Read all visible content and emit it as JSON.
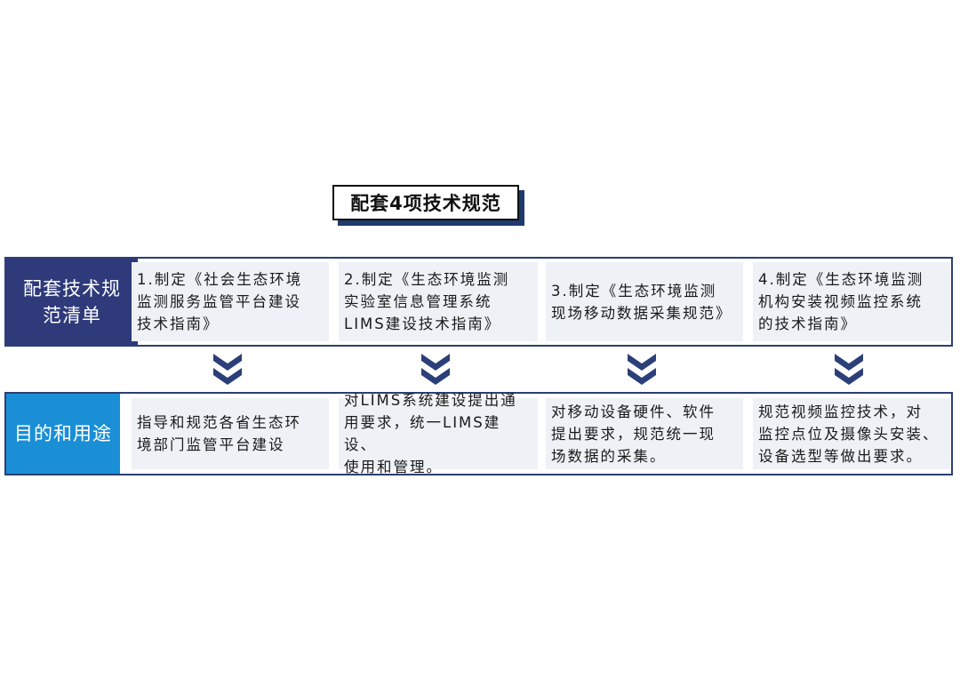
{
  "title": "配套4项技术规范",
  "rows": {
    "norms": {
      "label": "配套技术规范清单",
      "items": [
        "1.制定《社会生态环境\n监测服务监管平台建设\n技术指南》",
        "2.制定《生态环境监测\n实验室信息管理系统\nLIMS建设技术指南》",
        "3.制定《生态环境监测\n现场移动数据采集规范》",
        "4.制定《生态环境监测\n机构安装视频监控系统\n的技术指南》"
      ]
    },
    "purpose": {
      "label": "目的和用途",
      "items": [
        "指导和规范各省生态环\n境部门监管平台建设",
        "对LIMS系统建设提出通\n用要求，统一LIMS建设、\n使用和管理。",
        "对移动设备硬件、软件\n提出要求，规范统一现\n场数据的采集。",
        "规范视频监控技术，对\n监控点位及摄像头安装、\n设备选型等做出要求。"
      ]
    }
  },
  "colors": {
    "dark_navy": "#2e3a7a",
    "sky_blue": "#1a8fd6",
    "chevron": "#2b3f79",
    "cell_bg": "#eef1f6"
  },
  "icons": [
    "double-chevron-down-icon"
  ]
}
